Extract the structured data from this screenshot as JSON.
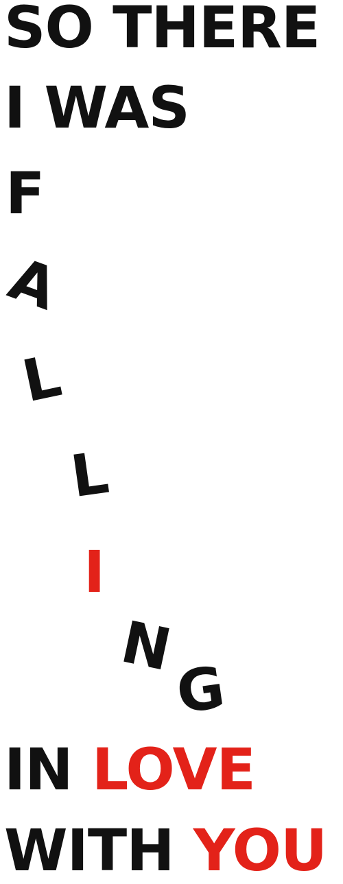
{
  "colors": {
    "text": "#111111",
    "accent": "#e32219",
    "background": "#ffffff"
  },
  "lines": {
    "line1": "SO THERE",
    "line2": "I WAS",
    "line3_part1": "IN",
    "line3_part2": "LOVE",
    "line4_part1": "WITH",
    "line4_part2": "YOU"
  },
  "falling_letters": [
    "F",
    "A",
    "L",
    "L",
    "I",
    "N",
    "G"
  ]
}
